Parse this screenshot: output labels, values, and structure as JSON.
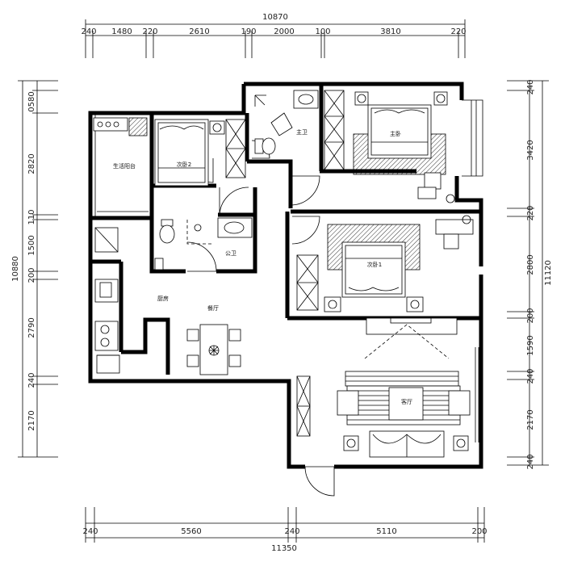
{
  "dimensions": {
    "top_total": "10870",
    "top_segments": [
      "240",
      "1480",
      "220",
      "2610",
      "190",
      "2000",
      "100",
      "3810",
      "220"
    ],
    "bottom_total": "11350",
    "bottom_segments": [
      "240",
      "5560",
      "240",
      "5110",
      "200"
    ],
    "left_total": "10880",
    "left_segments": [
      "0580",
      "2820",
      "110",
      "1500",
      "200",
      "2790",
      "240",
      "2170"
    ],
    "right_total": "11120",
    "right_segments": [
      "240",
      "3420",
      "220",
      "2800",
      "200",
      "1590",
      "240",
      "2170",
      "240"
    ]
  },
  "rooms": {
    "master_bedroom": "主卧",
    "master_bath": "主卫",
    "bedroom2": "次卧2",
    "utility_balcony": "生活阳台",
    "shared_bath": "公卫",
    "bedroom1": "次卧1",
    "kitchen": "厨房",
    "dining": "餐厅",
    "living": "客厅"
  }
}
